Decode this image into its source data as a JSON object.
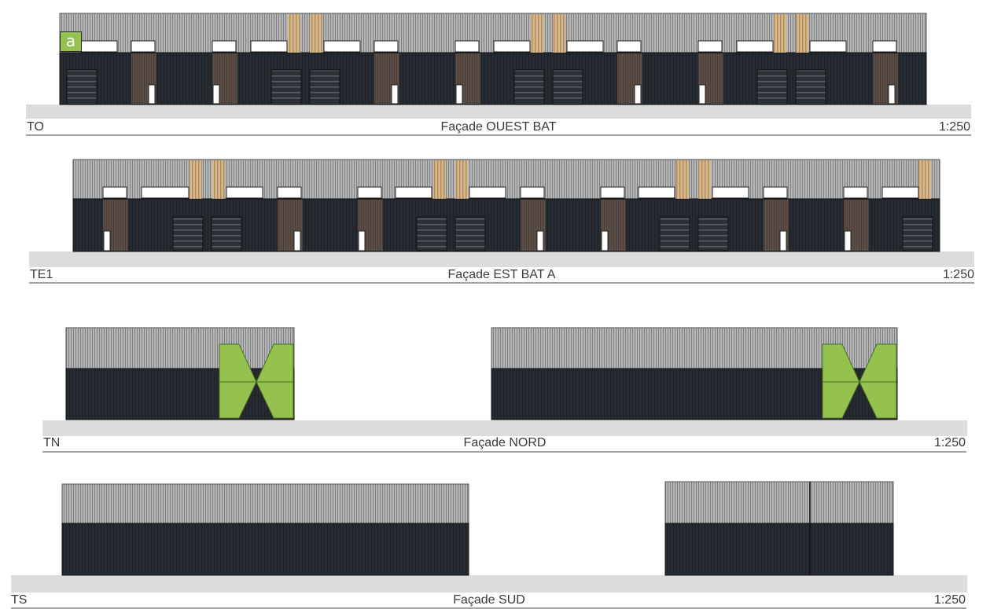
{
  "logo_letter": "a",
  "colors": {
    "cladding": "#252a31",
    "roof_band": "#a7a9ab",
    "wood": "#c8a878",
    "accent_green": "#95c14e",
    "ground": "#dcdcdc"
  },
  "elevations": [
    {
      "code": "TO",
      "title": "Façade OUEST BAT",
      "scale": "1:250"
    },
    {
      "code": "TE1",
      "title": "Façade EST BAT A",
      "scale": "1:250"
    },
    {
      "code": "TN",
      "title": "Façade NORD",
      "scale": "1:250"
    },
    {
      "code": "TS",
      "title": "Façade SUD",
      "scale": "1:250"
    }
  ]
}
